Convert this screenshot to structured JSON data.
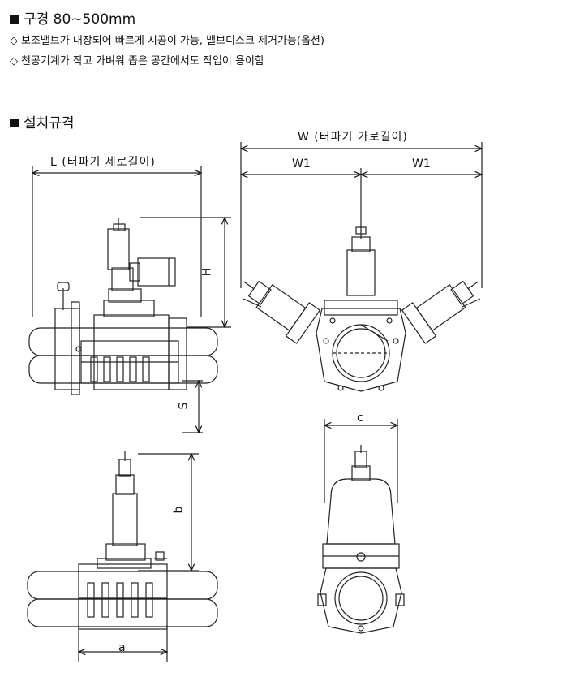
{
  "spec": {
    "diameter_heading": "구경 80~500mm",
    "bullets": [
      "보조밸브가 내장되어 빠르게 시공이 가능, 밸브디스크 제거가능(옵션)",
      "천공기계가 작고 가벼워 좁은 공간에서도 작업이 용이함"
    ],
    "install_heading": "설치규격"
  },
  "dimensions": {
    "L": "L (터파기 세로길이)",
    "W": "W (터파기 가로길이)",
    "W1_left": "W1",
    "W1_right": "W1",
    "H": "H",
    "S": "S",
    "b": "b",
    "a": "a",
    "c": "c"
  },
  "colors": {
    "ink": "#111111",
    "line": "#333333",
    "background": "#ffffff"
  },
  "icons": {
    "heading_marker": "filled-square",
    "bullet_marker": "diamond-outline"
  }
}
